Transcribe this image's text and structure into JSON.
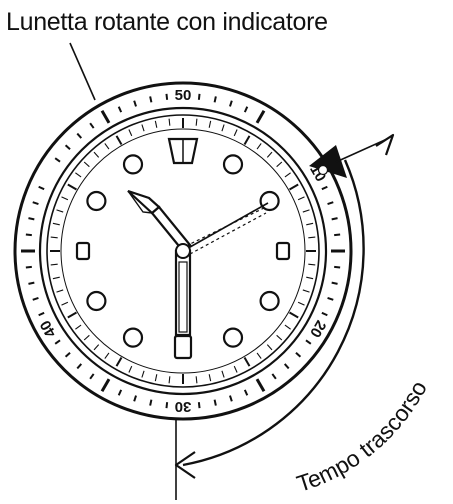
{
  "diagram": {
    "title": "Lunetta rotante con indicatore",
    "elapsed_time_label": "Tempo trascorso",
    "bezel_numerals": [
      {
        "text": "50",
        "angle_deg": 0
      },
      {
        "text": "10",
        "angle_deg": 60
      },
      {
        "text": "20",
        "angle_deg": 120
      },
      {
        "text": "30",
        "angle_deg": 180
      },
      {
        "text": "40",
        "angle_deg": 240
      }
    ]
  }
}
